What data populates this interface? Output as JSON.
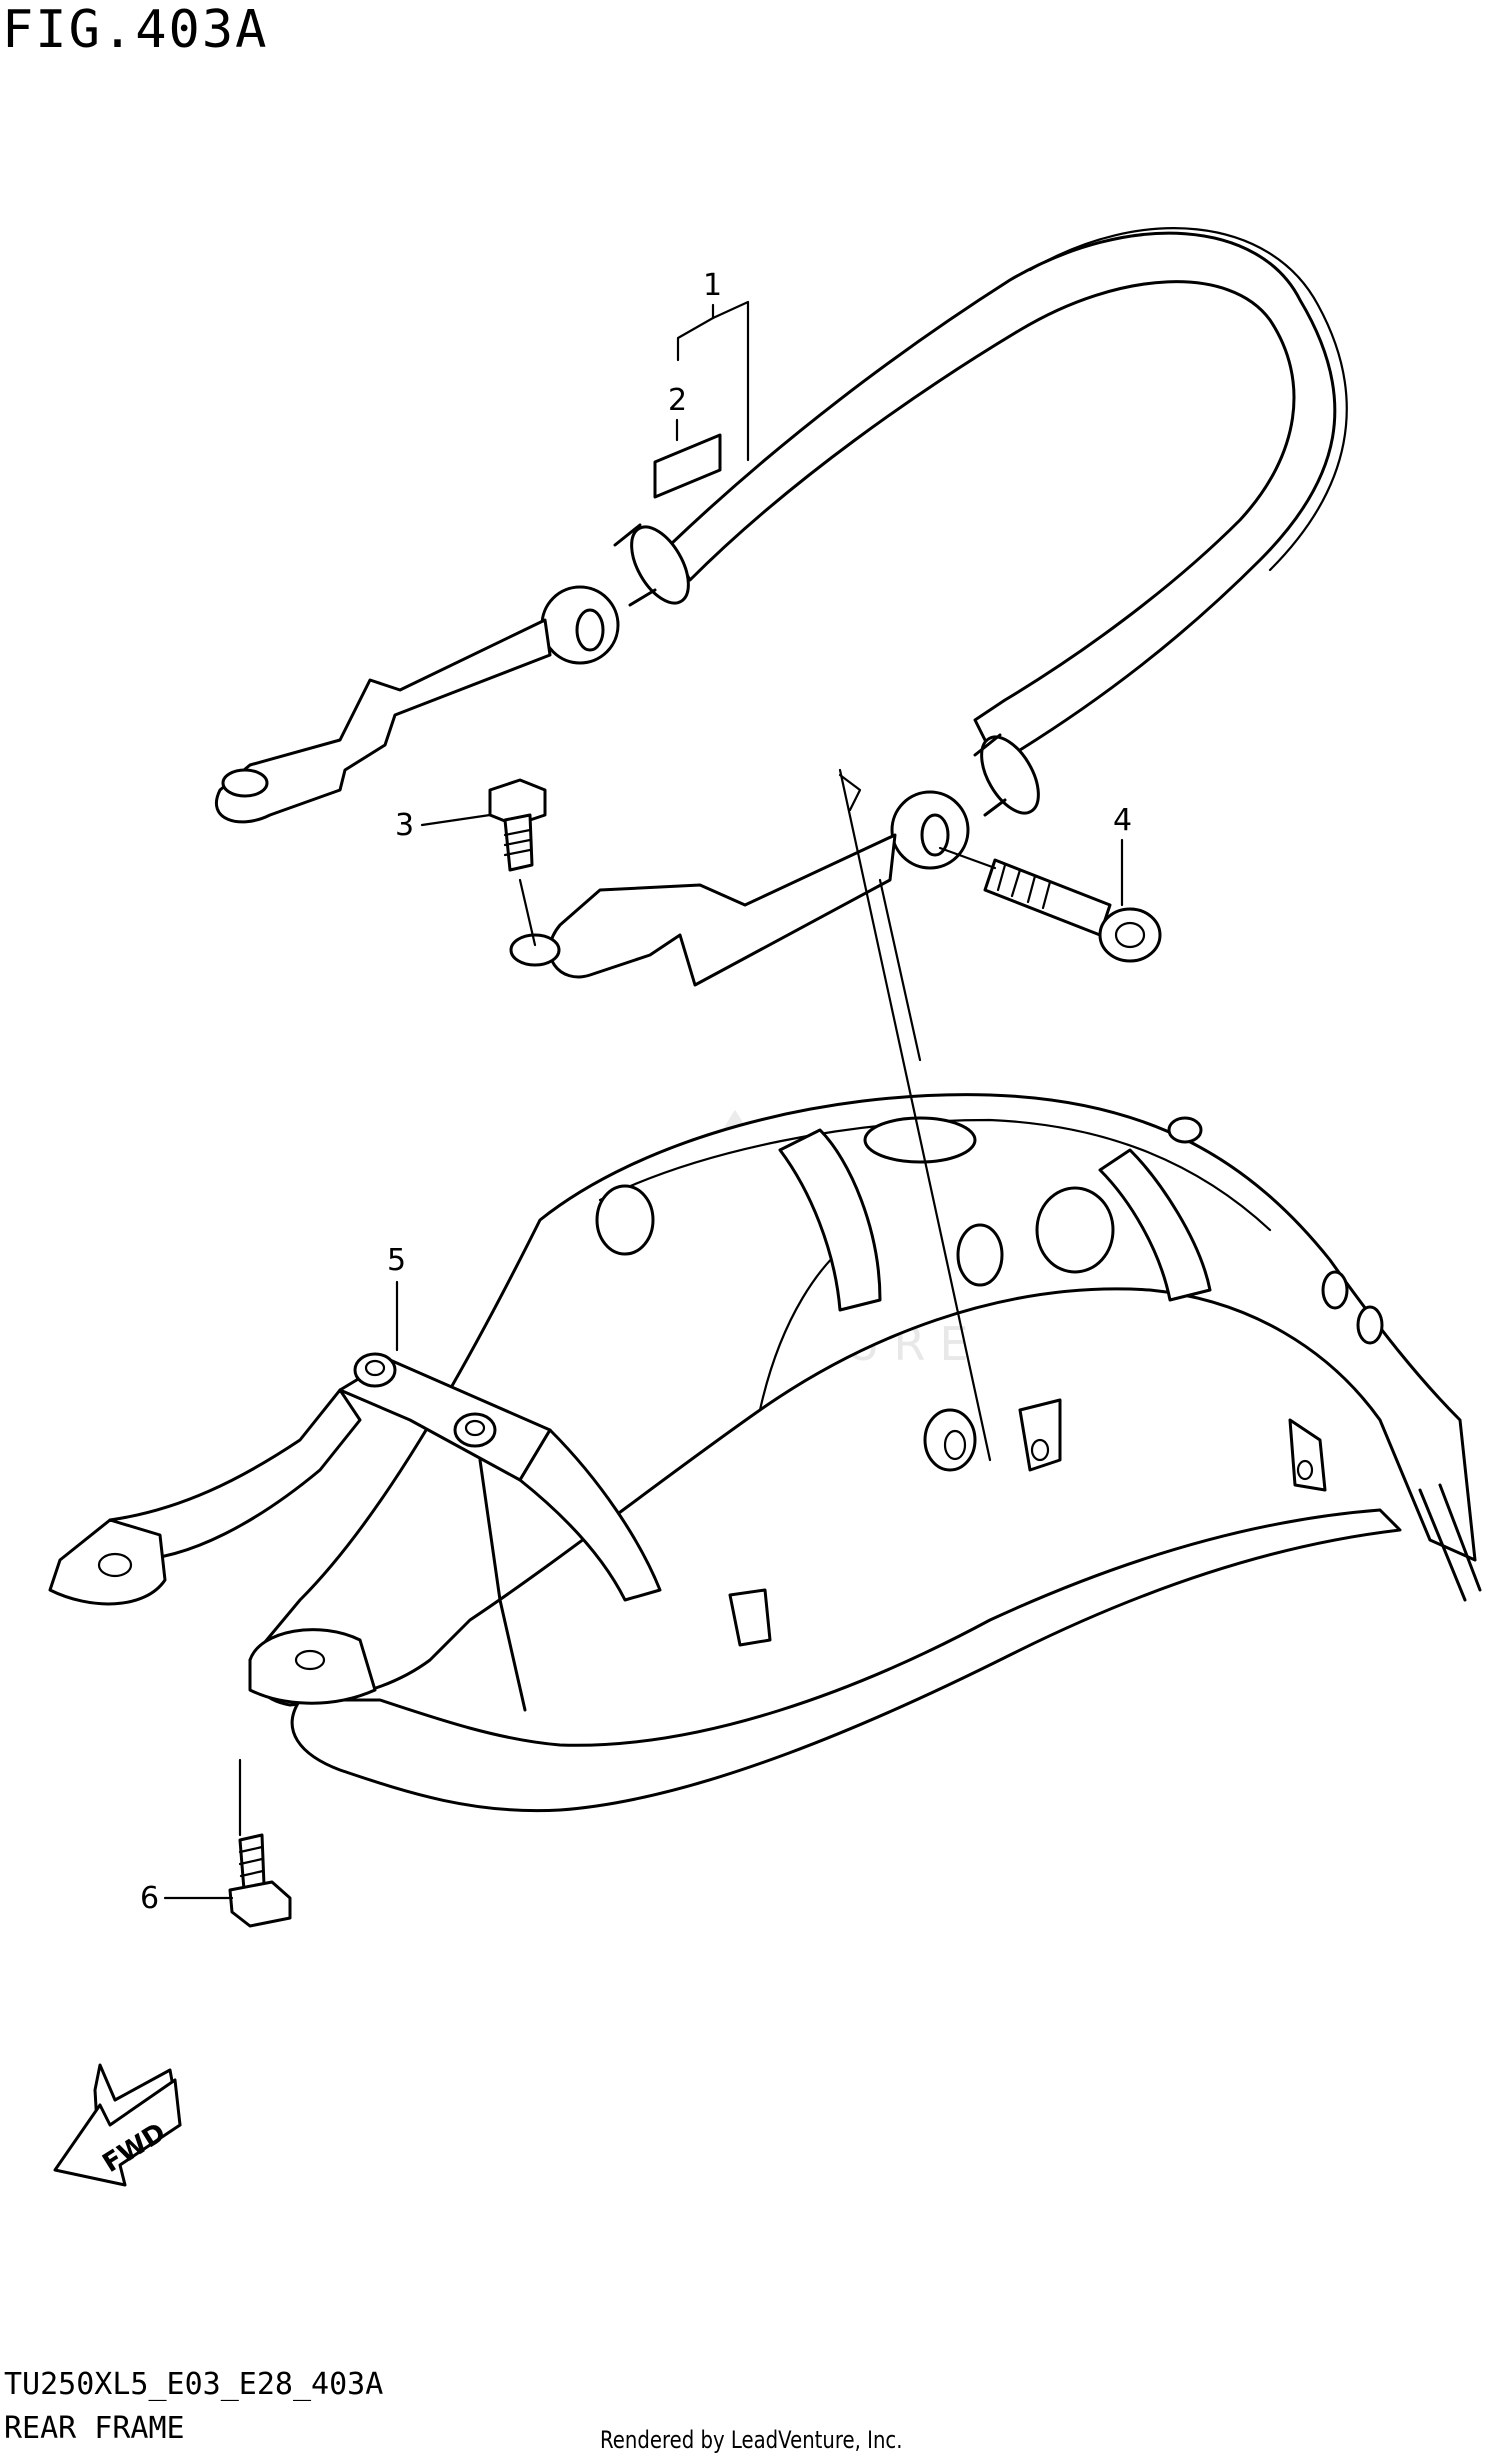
{
  "figure": {
    "title": "FIG.403A",
    "code": "TU250XL5_E03_E28_403A",
    "name": "REAR FRAME",
    "credit": "Rendered by LeadVenture, Inc."
  },
  "watermark": {
    "text": "LEADVENTURE"
  },
  "callouts": [
    "1",
    "2",
    "3",
    "4",
    "5",
    "6",
    "FWD"
  ],
  "colors": {
    "line": "#000000",
    "background": "#ffffff",
    "watermark": "#e8e8e8"
  }
}
